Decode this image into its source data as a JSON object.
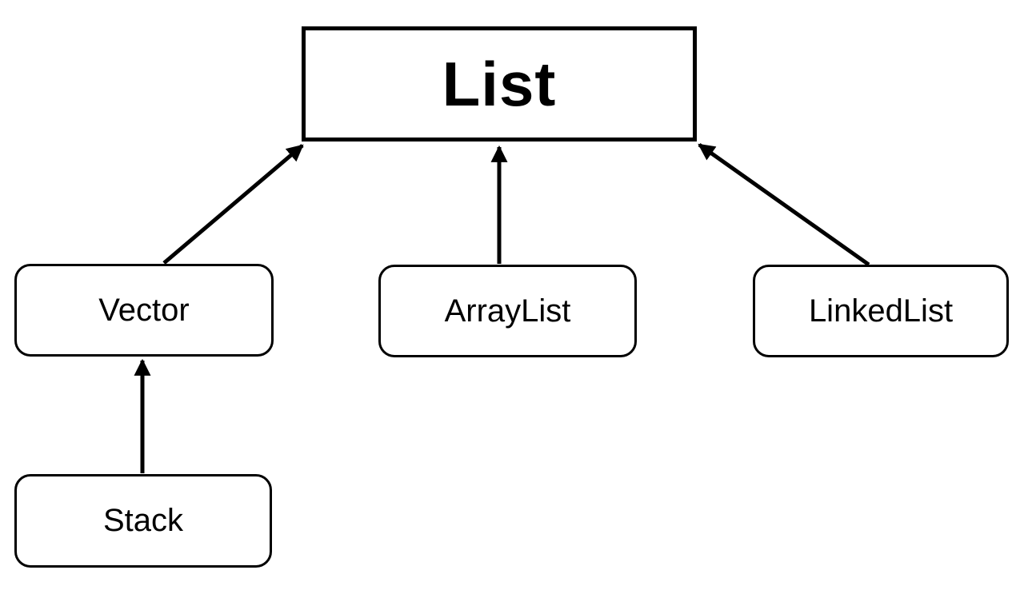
{
  "diagram": {
    "type": "class-hierarchy",
    "background_color": "#ffffff",
    "stroke_color": "#000000",
    "text_color": "#000000",
    "nodes": [
      {
        "id": "list",
        "label": "List",
        "shape": "rectangle",
        "emphasis": "bold"
      },
      {
        "id": "vector",
        "label": "Vector",
        "shape": "rounded-rectangle",
        "emphasis": "normal"
      },
      {
        "id": "arraylist",
        "label": "ArrayList",
        "shape": "rounded-rectangle",
        "emphasis": "normal"
      },
      {
        "id": "linkedlist",
        "label": "LinkedList",
        "shape": "rounded-rectangle",
        "emphasis": "normal"
      },
      {
        "id": "stack",
        "label": "Stack",
        "shape": "rounded-rectangle",
        "emphasis": "normal"
      }
    ],
    "edges": [
      {
        "from": "vector",
        "to": "list",
        "style": "solid-arrow"
      },
      {
        "from": "arraylist",
        "to": "list",
        "style": "solid-arrow"
      },
      {
        "from": "linkedlist",
        "to": "list",
        "style": "solid-arrow"
      },
      {
        "from": "stack",
        "to": "vector",
        "style": "solid-arrow"
      }
    ]
  }
}
